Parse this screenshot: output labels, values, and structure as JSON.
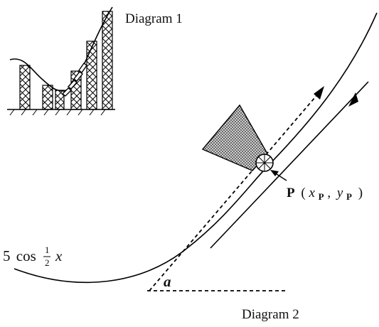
{
  "diagram1": {
    "caption": "Diagram 1"
  },
  "diagram2": {
    "caption": "Diagram 2",
    "curve_label": {
      "coef": "5",
      "fn": "cos",
      "frac_num": "1",
      "frac_den": "2",
      "var": "x"
    },
    "point_label": {
      "name": "P",
      "open": "(",
      "x": "x",
      "x_sub": "P",
      "sep": ",",
      "y": "y",
      "y_sub": "P",
      "close": ")"
    },
    "angle_label": "a"
  }
}
